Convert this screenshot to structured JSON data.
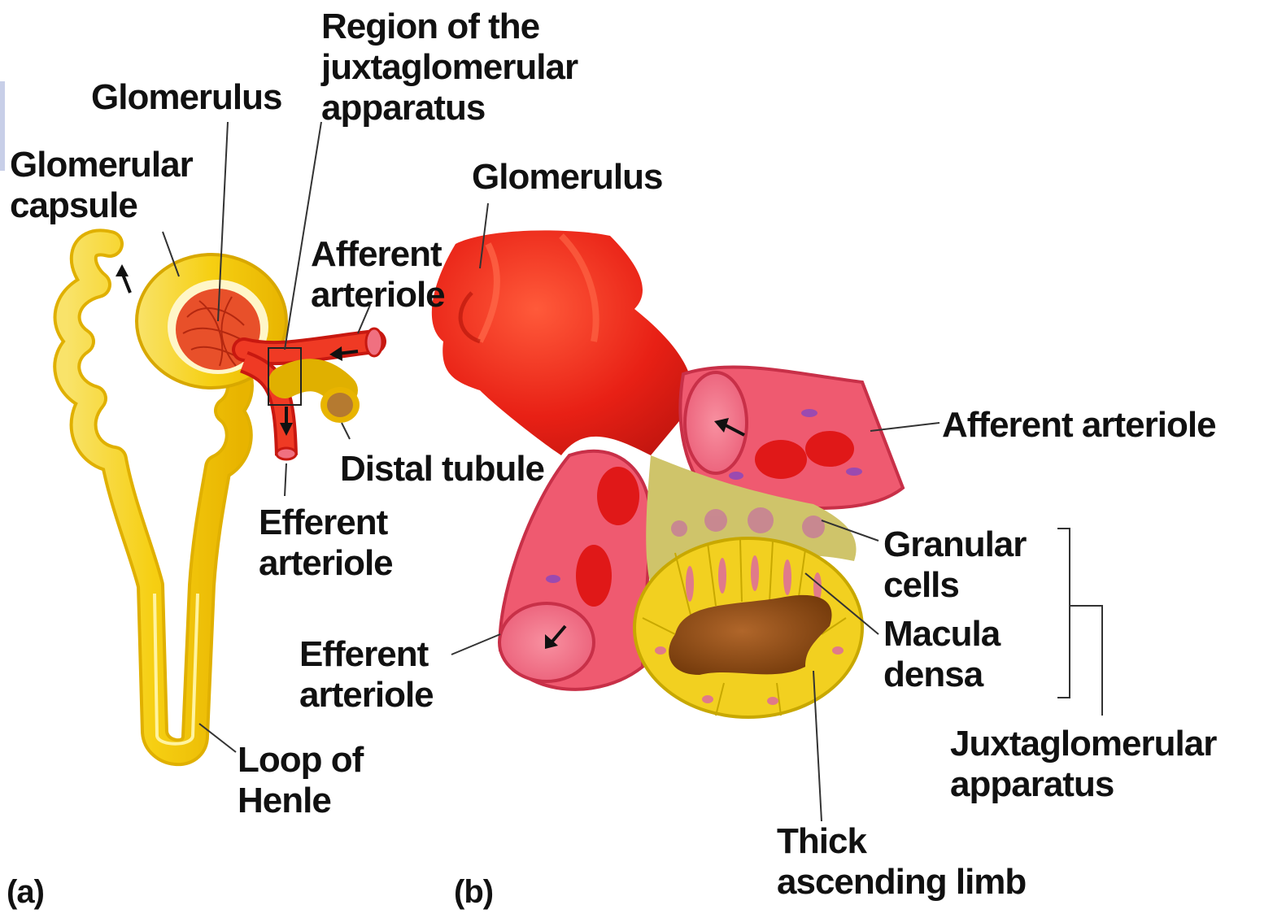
{
  "panel_a": {
    "tag": "(a)",
    "labels": {
      "region_jga": [
        "Region of the",
        "juxtaglomerular",
        "apparatus"
      ],
      "glomerulus": [
        "Glomerulus"
      ],
      "glomerular_capsule": [
        "Glomerular",
        "capsule"
      ],
      "afferent_arteriole": [
        "Afferent",
        "arteriole"
      ],
      "distal_tubule": [
        "Distal tubule"
      ],
      "efferent_arteriole": [
        "Efferent",
        "arteriole"
      ],
      "loop_of_henle": [
        "Loop of",
        "Henle"
      ]
    }
  },
  "panel_b": {
    "tag": "(b)",
    "labels": {
      "glomerulus": [
        "Glomerulus"
      ],
      "afferent_arteriole": [
        "Afferent arteriole"
      ],
      "granular_cells": [
        "Granular",
        "cells"
      ],
      "macula_densa": [
        "Macula",
        "densa"
      ],
      "efferent_arteriole": [
        "Efferent",
        "arteriole"
      ],
      "juxtaglomerular_apparatus": [
        "Juxtaglomerular",
        "apparatus"
      ],
      "thick_ascending_limb": [
        "Thick",
        "ascending limb"
      ]
    }
  },
  "colors": {
    "vessel_red": "#e8201a",
    "vessel_pink": "#f06a80",
    "tubule_yellow": "#f7d21a",
    "tubule_lumen": "#8b4a14",
    "leader_line": "#333333"
  }
}
